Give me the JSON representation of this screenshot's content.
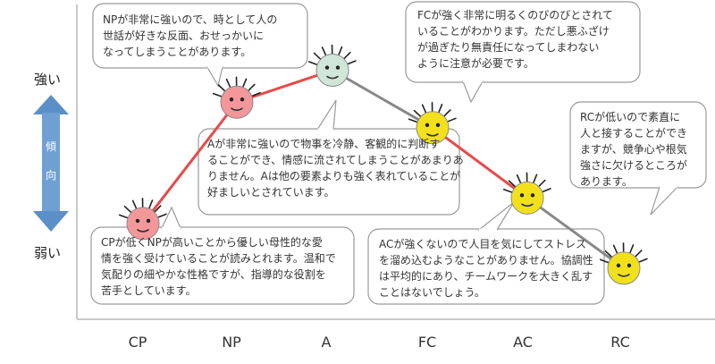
{
  "chart_data": {
    "type": "line",
    "categories": [
      "CP",
      "NP",
      "A",
      "FC",
      "AC",
      "RC"
    ],
    "values": [
      1.5,
      3.4,
      3.9,
      3.0,
      1.9,
      0.8
    ],
    "ylim": [
      0,
      5
    ],
    "axis": {
      "high_label": "強い",
      "low_label": "弱い",
      "trend_label_top": "傾",
      "trend_label_bottom": "向"
    },
    "segment_colors": [
      "#e84a4a",
      "#e84a4a",
      "#888888",
      "#e84a4a",
      "#888888"
    ],
    "face_colors": [
      "#f4979b",
      "#f4979b",
      "#cfe6d8",
      "#f2e11a",
      "#f2e11a",
      "#f2e11a"
    ],
    "annotations": [
      {
        "category": "NP",
        "text": "NPが非常に強いので、時として人の\n世話が好きな反面、おせっかいに\nなってしまうことがあります。"
      },
      {
        "category": "FC",
        "text": "FCが強く非常に明るくのびのびとされて\nいることがわかります。ただし悪ふざけ\nが過ぎたり無責任になってしまわない\nように注意が必要です。"
      },
      {
        "category": "RC",
        "text": "RCが低いので素直に\n人と接することができ\nますが、競争心や根気\n強さに欠けるところが\nあります。"
      },
      {
        "category": "A",
        "text": "Aが非常に強いので物事を冷静、客観的に判断す\nることができ、情感に流されてしまうことがあまりあ\nりません。Aは他の要素よりも強く表れていることが\n好ましいとされています。"
      },
      {
        "category": "CP",
        "text": "CPが低くNPが高いことから優しい母性的な愛\n情を強く受けていることが読みとれます。温和で\n気配りの細やかな性格ですが、指導的な役割を\n苦手としています。"
      },
      {
        "category": "AC",
        "text": "ACが強くないので人目を気にしてストレス\nを溜め込むようなことがありません。協調性\nは平均的にあり、チームワークを大きく乱す\nことはないでしょう。"
      }
    ]
  }
}
